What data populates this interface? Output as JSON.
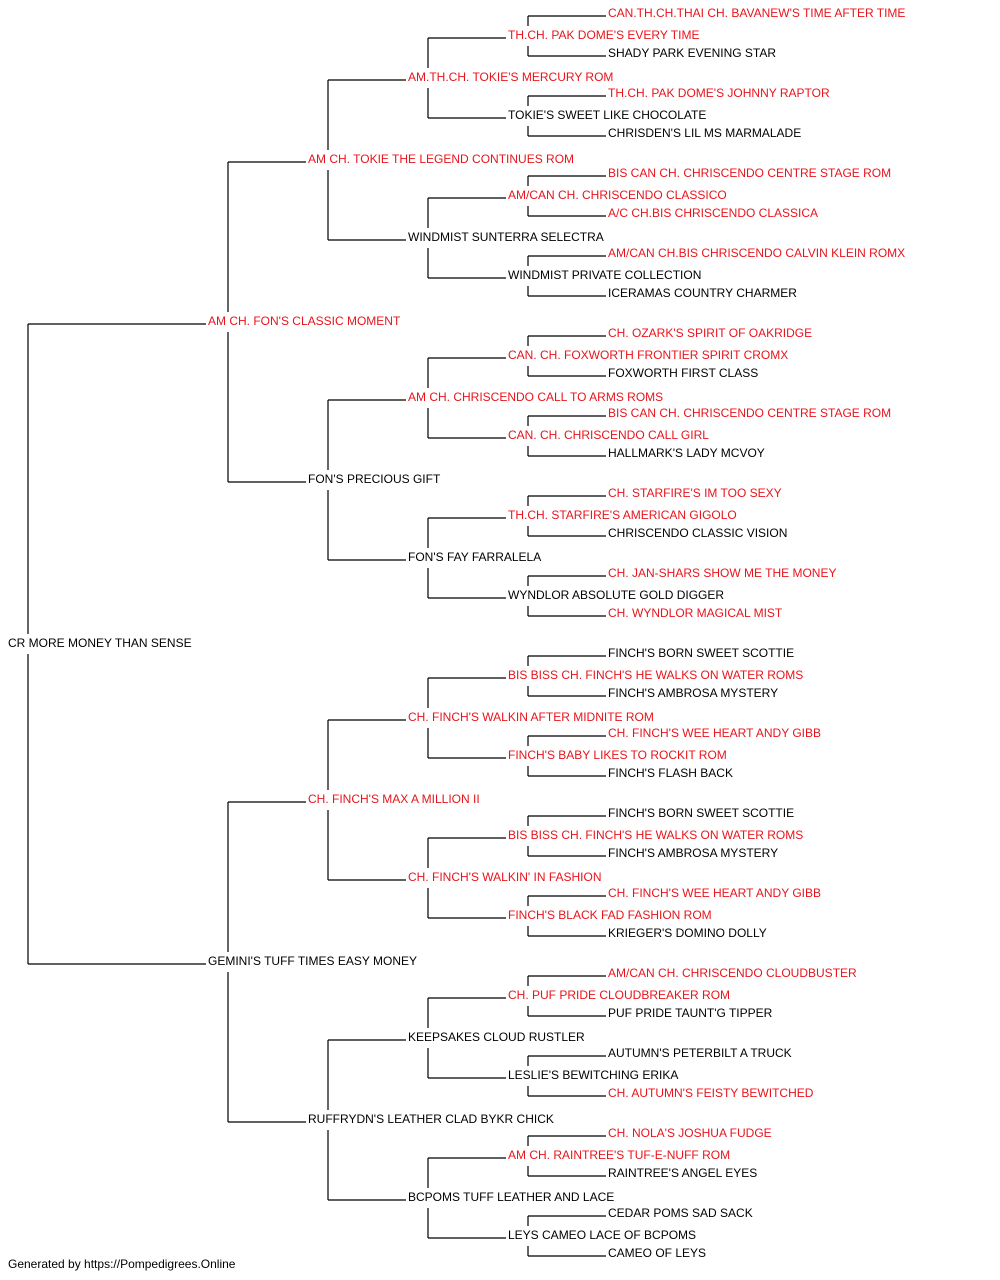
{
  "colors": {
    "champion": "#e8141c",
    "regular": "#000000",
    "line": "#000000"
  },
  "pedigree": {
    "name": "CR MORE MONEY THAN SENSE",
    "champion": false,
    "sire": {
      "name": "AM CH. FON'S CLASSIC MOMENT",
      "champion": true,
      "sire": {
        "name": "AM CH. TOKIE THE LEGEND CONTINUES ROM",
        "champion": true,
        "sire": {
          "name": "AM.TH.CH. TOKIE'S MERCURY ROM",
          "champion": true,
          "sire": {
            "name": "TH.CH. PAK DOME'S EVERY TIME",
            "champion": true,
            "sire": {
              "name": "CAN.TH.CH.THAI CH. BAVANEW'S TIME AFTER TIME",
              "champion": true
            },
            "dam": {
              "name": "SHADY PARK EVENING STAR",
              "champion": false
            }
          },
          "dam": {
            "name": "TOKIE'S SWEET LIKE CHOCOLATE",
            "champion": false,
            "sire": {
              "name": "TH.CH. PAK DOME'S JOHNNY RAPTOR",
              "champion": true
            },
            "dam": {
              "name": "CHRISDEN'S LIL MS MARMALADE",
              "champion": false
            }
          }
        },
        "dam": {
          "name": "WINDMIST SUNTERRA SELECTRA",
          "champion": false,
          "sire": {
            "name": "AM/CAN CH. CHRISCENDO CLASSICO",
            "champion": true,
            "sire": {
              "name": "BIS CAN CH. CHRISCENDO CENTRE STAGE ROM",
              "champion": true
            },
            "dam": {
              "name": "A/C CH.BIS CHRISCENDO CLASSICA",
              "champion": true
            }
          },
          "dam": {
            "name": "WINDMIST PRIVATE COLLECTION",
            "champion": false,
            "sire": {
              "name": "AM/CAN CH.BIS CHRISCENDO CALVIN KLEIN ROMX",
              "champion": true
            },
            "dam": {
              "name": "ICERAMAS COUNTRY CHARMER",
              "champion": false
            }
          }
        }
      },
      "dam": {
        "name": "FON'S PRECIOUS GIFT",
        "champion": false,
        "sire": {
          "name": "AM CH. CHRISCENDO CALL TO ARMS ROMS",
          "champion": true,
          "sire": {
            "name": "CAN. CH. FOXWORTH FRONTIER SPIRIT CROMX",
            "champion": true,
            "sire": {
              "name": "CH. OZARK'S SPIRIT OF OAKRIDGE",
              "champion": true
            },
            "dam": {
              "name": "FOXWORTH FIRST CLASS",
              "champion": false
            }
          },
          "dam": {
            "name": "CAN. CH. CHRISCENDO CALL GIRL",
            "champion": true,
            "sire": {
              "name": "BIS CAN CH. CHRISCENDO CENTRE STAGE ROM",
              "champion": true
            },
            "dam": {
              "name": "HALLMARK'S LADY MCVOY",
              "champion": false
            }
          }
        },
        "dam": {
          "name": "FON'S FAY FARRALELA",
          "champion": false,
          "sire": {
            "name": "TH.CH. STARFIRE'S AMERICAN GIGOLO",
            "champion": true,
            "sire": {
              "name": "CH. STARFIRE'S IM TOO SEXY",
              "champion": true
            },
            "dam": {
              "name": "CHRISCENDO CLASSIC VISION",
              "champion": false
            }
          },
          "dam": {
            "name": "WYNDLOR ABSOLUTE GOLD DIGGER",
            "champion": false,
            "sire": {
              "name": "CH. JAN-SHARS SHOW ME THE MONEY",
              "champion": true
            },
            "dam": {
              "name": "CH. WYNDLOR MAGICAL MIST",
              "champion": true
            }
          }
        }
      }
    },
    "dam": {
      "name": "GEMINI'S TUFF TIMES EASY MONEY",
      "champion": false,
      "sire": {
        "name": "CH. FINCH'S MAX A MILLION II",
        "champion": true,
        "sire": {
          "name": "CH. FINCH'S WALKIN AFTER MIDNITE ROM",
          "champion": true,
          "sire": {
            "name": "BIS BISS CH. FINCH'S HE WALKS ON WATER ROMS",
            "champion": true,
            "sire": {
              "name": "FINCH'S BORN SWEET SCOTTIE",
              "champion": false
            },
            "dam": {
              "name": "FINCH'S AMBROSA MYSTERY",
              "champion": false
            }
          },
          "dam": {
            "name": "FINCH'S BABY LIKES TO ROCKIT ROM",
            "champion": true,
            "sire": {
              "name": "CH. FINCH'S WEE HEART ANDY GIBB",
              "champion": true
            },
            "dam": {
              "name": "FINCH'S FLASH BACK",
              "champion": false
            }
          }
        },
        "dam": {
          "name": "CH. FINCH'S WALKIN' IN FASHION",
          "champion": true,
          "sire": {
            "name": "BIS BISS CH. FINCH'S HE WALKS ON WATER ROMS",
            "champion": true,
            "sire": {
              "name": "FINCH'S BORN SWEET SCOTTIE",
              "champion": false
            },
            "dam": {
              "name": "FINCH'S AMBROSA MYSTERY",
              "champion": false
            }
          },
          "dam": {
            "name": "FINCH'S BLACK FAD FASHION ROM",
            "champion": true,
            "sire": {
              "name": "CH. FINCH'S WEE HEART ANDY GIBB",
              "champion": true
            },
            "dam": {
              "name": "KRIEGER'S DOMINO DOLLY",
              "champion": false
            }
          }
        }
      },
      "dam": {
        "name": "RUFFRYDN'S LEATHER CLAD BYKR CHICK",
        "champion": false,
        "sire": {
          "name": "KEEPSAKES CLOUD RUSTLER",
          "champion": false,
          "sire": {
            "name": "CH. PUF PRIDE CLOUDBREAKER ROM",
            "champion": true,
            "sire": {
              "name": "AM/CAN CH. CHRISCENDO CLOUDBUSTER",
              "champion": true
            },
            "dam": {
              "name": "PUF PRIDE TAUNT'G TIPPER",
              "champion": false
            }
          },
          "dam": {
            "name": "LESLIE'S BEWITCHING ERIKA",
            "champion": false,
            "sire": {
              "name": "AUTUMN'S PETERBILT A TRUCK",
              "champion": false
            },
            "dam": {
              "name": "CH. AUTUMN'S FEISTY BEWITCHED",
              "champion": true
            }
          }
        },
        "dam": {
          "name": "BCPOMS TUFF LEATHER AND LACE",
          "champion": false,
          "sire": {
            "name": "AM CH. RAINTREE'S TUF-E-NUFF ROM",
            "champion": true,
            "sire": {
              "name": "CH. NOLA'S JOSHUA FUDGE",
              "champion": true
            },
            "dam": {
              "name": "RAINTREE'S ANGEL EYES",
              "champion": false
            }
          },
          "dam": {
            "name": "LEYS CAMEO LACE OF BCPOMS",
            "champion": false,
            "sire": {
              "name": "CEDAR POMS SAD SACK",
              "champion": false
            },
            "dam": {
              "name": "CAMEO OF LEYS",
              "champion": false
            }
          }
        }
      }
    }
  },
  "footer": {
    "text": "Generated by https://Pompedigrees.Online"
  }
}
